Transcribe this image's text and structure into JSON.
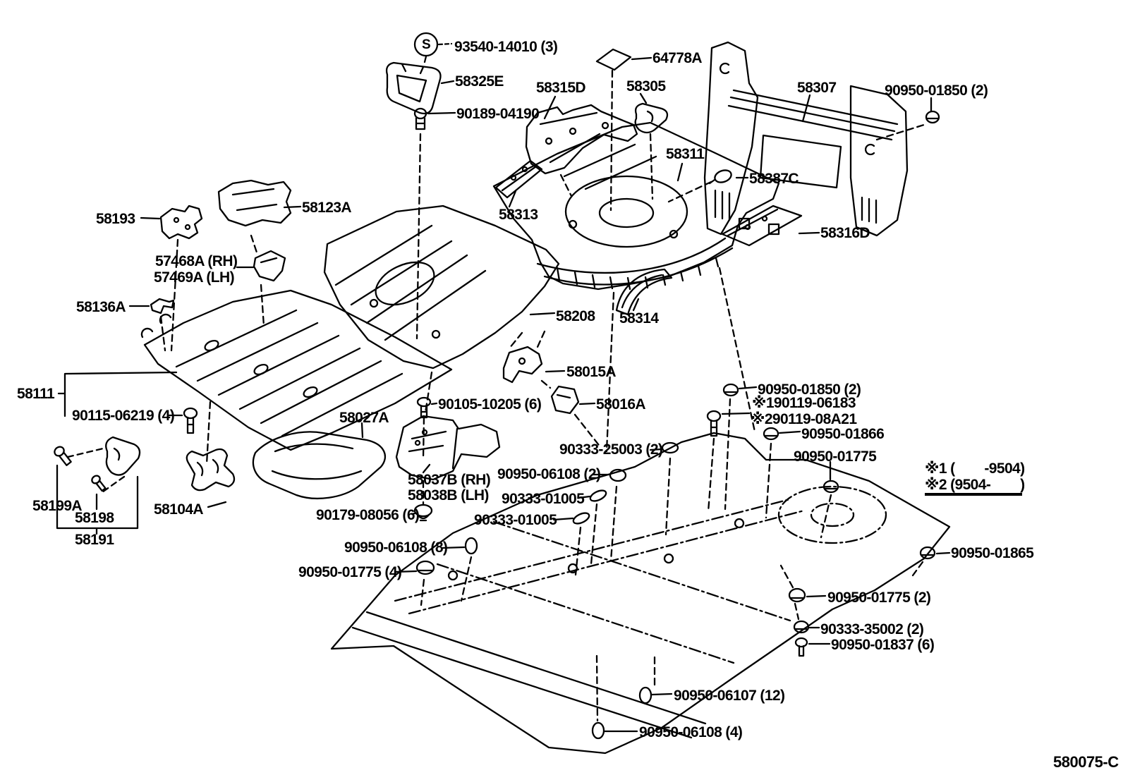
{
  "diagram": {
    "drawing_number": "580075-C",
    "symbol_s": "S",
    "colors": {
      "ink": "#000000",
      "background": "#ffffff"
    },
    "notes": {
      "note1": "※1 (        -9504)",
      "note2": "※2 (9504-        )"
    },
    "labels": [
      {
        "id": "93540-14010",
        "text": "93540-14010 (3)"
      },
      {
        "id": "58325E",
        "text": "58325E"
      },
      {
        "id": "90189-04190",
        "text": "90189-04190"
      },
      {
        "id": "64778A",
        "text": "64778A"
      },
      {
        "id": "58315D",
        "text": "58315D"
      },
      {
        "id": "58305",
        "text": "58305"
      },
      {
        "id": "58307",
        "text": "58307"
      },
      {
        "id": "90950-01850-top",
        "text": "90950-01850 (2)"
      },
      {
        "id": "58311",
        "text": "58311"
      },
      {
        "id": "58387C",
        "text": "58387C"
      },
      {
        "id": "58313",
        "text": "58313"
      },
      {
        "id": "58316D",
        "text": "58316D"
      },
      {
        "id": "58193",
        "text": "58193"
      },
      {
        "id": "58123A",
        "text": "58123A"
      },
      {
        "id": "57468A",
        "text": "57468A (RH)"
      },
      {
        "id": "57469A",
        "text": "57469A (LH)"
      },
      {
        "id": "58136A",
        "text": "58136A"
      },
      {
        "id": "58208",
        "text": "58208"
      },
      {
        "id": "58314",
        "text": "58314"
      },
      {
        "id": "58015A",
        "text": "58015A"
      },
      {
        "id": "58016A",
        "text": "58016A"
      },
      {
        "id": "58111",
        "text": "58111"
      },
      {
        "id": "90115-06219",
        "text": "90115-06219 (4)"
      },
      {
        "id": "90105-10205",
        "text": "90105-10205 (6)"
      },
      {
        "id": "58027A",
        "text": "58027A"
      },
      {
        "id": "90950-01850-right",
        "text": "90950-01850 (2)"
      },
      {
        "id": "90119-06183",
        "text": "※190119-06183"
      },
      {
        "id": "90119-08A21",
        "text": "※290119-08A21"
      },
      {
        "id": "90950-01866",
        "text": "90950-01866"
      },
      {
        "id": "90950-01775-mid",
        "text": "90950-01775"
      },
      {
        "id": "90333-25003",
        "text": "90333-25003 (2)"
      },
      {
        "id": "90950-06108-2",
        "text": "90950-06108 (2)"
      },
      {
        "id": "90333-01005-a",
        "text": "90333-01005"
      },
      {
        "id": "90333-01005-b",
        "text": "90333-01005"
      },
      {
        "id": "58037B",
        "text": "58037B (RH)"
      },
      {
        "id": "58038B",
        "text": "58038B (LH)"
      },
      {
        "id": "90179-08056",
        "text": "90179-08056 (6)"
      },
      {
        "id": "58199A",
        "text": "58199A"
      },
      {
        "id": "58198",
        "text": "58198"
      },
      {
        "id": "58191",
        "text": "58191"
      },
      {
        "id": "58104A",
        "text": "58104A"
      },
      {
        "id": "90950-06108-8",
        "text": "90950-06108 (8)"
      },
      {
        "id": "90950-01775-4",
        "text": "90950-01775 (4)"
      },
      {
        "id": "90950-01865",
        "text": "90950-01865"
      },
      {
        "id": "90950-01775-2",
        "text": "90950-01775 (2)"
      },
      {
        "id": "90333-35002",
        "text": "90333-35002 (2)"
      },
      {
        "id": "90950-01837",
        "text": "90950-01837 (6)"
      },
      {
        "id": "90950-06107",
        "text": "90950-06107 (12)"
      },
      {
        "id": "90950-06108-4",
        "text": "90950-06108 (4)"
      }
    ]
  }
}
